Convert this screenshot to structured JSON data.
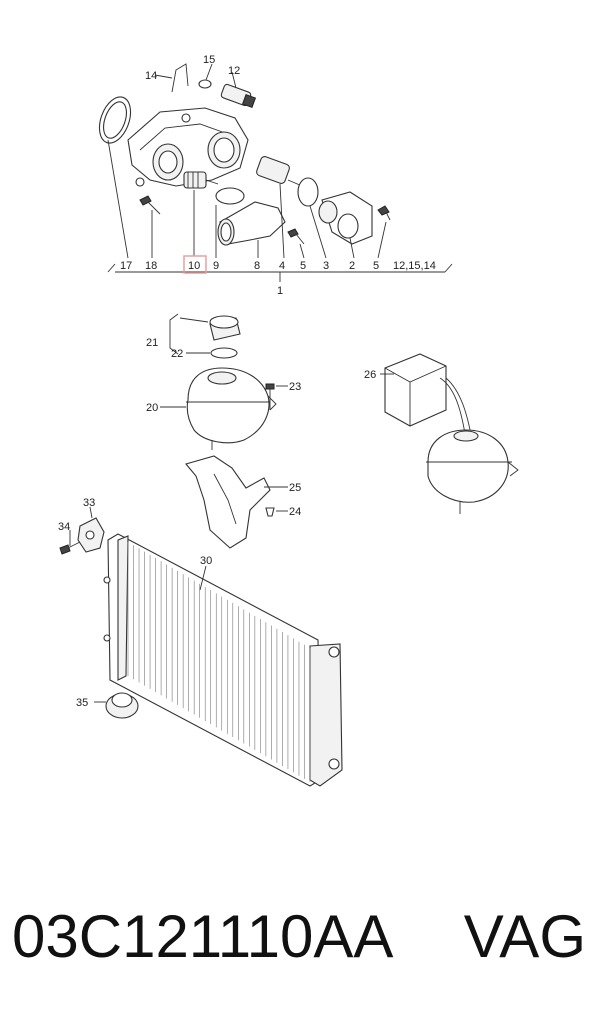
{
  "labels": {
    "l14": "14",
    "l15": "15",
    "l12": "12",
    "l17": "17",
    "l18": "18",
    "l10": "10",
    "l9": "9",
    "l8": "8",
    "l4": "4",
    "l5a": "5",
    "l3": "3",
    "l2": "2",
    "l5b": "5",
    "l121514": "12,15,14",
    "l1": "1",
    "l21": "21",
    "l22": "22",
    "l20": "20",
    "l23": "23",
    "l25": "25",
    "l24": "24",
    "l26": "26",
    "l33": "33",
    "l34": "34",
    "l30": "30",
    "l35": "35"
  },
  "highlight": {
    "label": "10",
    "color": "#e8a0a0"
  },
  "footer": {
    "part_number": "03C121110AA",
    "brand": "VAG"
  }
}
